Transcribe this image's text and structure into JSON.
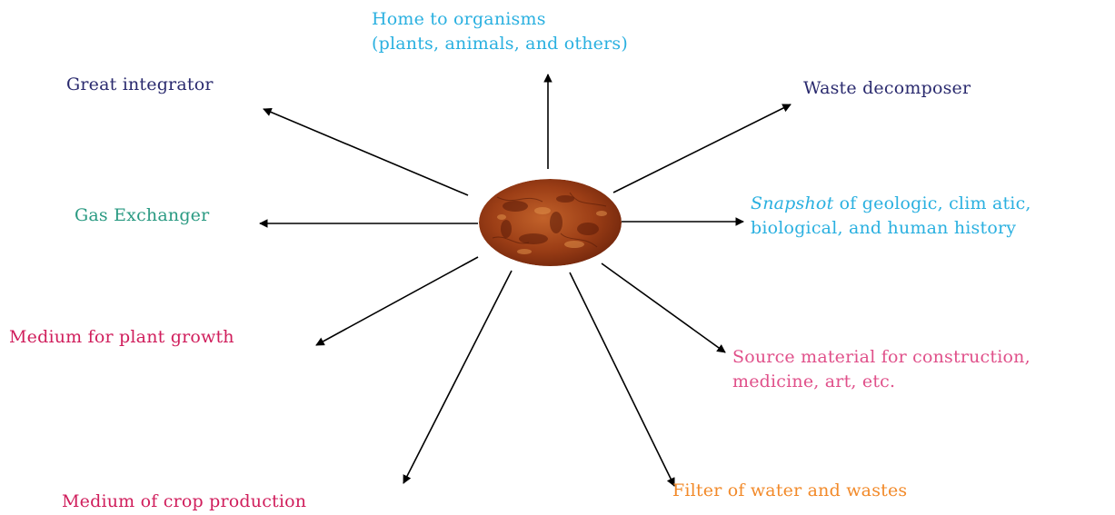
{
  "center": {
    "icon": "soil-sample-icon",
    "colors": [
      "#7a2a10",
      "#a84a1c",
      "#c86a2a",
      "#5a1a08",
      "#d88a40"
    ]
  },
  "colors": {
    "arrow": "#000000",
    "navy": "#2a2a6e",
    "sky": "#2ab0e0",
    "teal": "#2a9a82",
    "crimson": "#d01e5c",
    "pink": "#e0508a",
    "orange": "#f28a2a"
  },
  "labels": {
    "home_line1": "Home to organisms",
    "home_line2": "(plants, animals, and others)",
    "integrator": "Great integrator",
    "waste": "Waste decomposer",
    "gas": "Gas Exchanger",
    "snapshot_italic": "Snapshot",
    "snapshot_rest": "of geologic, clim atic,",
    "snapshot_line2": "biological, and human history",
    "plant_growth": "Medium for plant growth",
    "source_line1": "Source material for construction,",
    "source_line2": "medicine, art, etc.",
    "crop": "Medium of crop production",
    "filter": "Filter of water and wastes"
  }
}
